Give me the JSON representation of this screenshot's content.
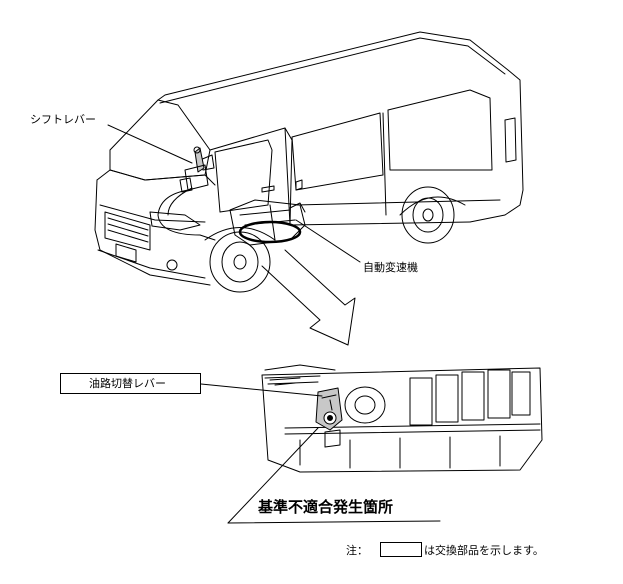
{
  "labels": {
    "shift_lever": "シフトレバー",
    "automatic_transmission": "自動変速機",
    "oil_path_switch_lever": "油路切替レバー",
    "nonconformity_location": "基準不適合発生箇所"
  },
  "note": {
    "prefix": "注：",
    "text": "は交換部品を示します。"
  },
  "colors": {
    "line": "#000000",
    "shade": "#c8c8c8",
    "background": "#ffffff"
  }
}
